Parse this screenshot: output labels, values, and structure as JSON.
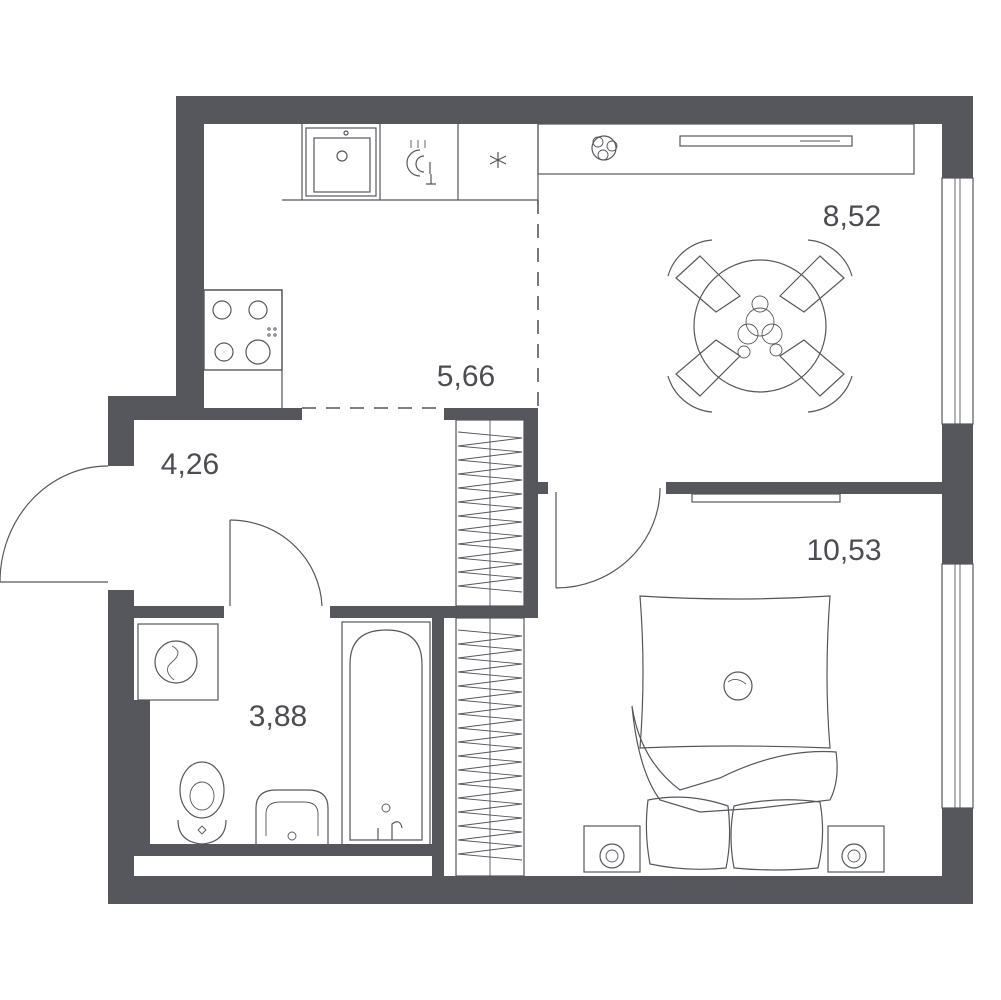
{
  "rooms": [
    {
      "id": "kitchen",
      "area_label": "5,66"
    },
    {
      "id": "living-dining",
      "area_label": "8,52"
    },
    {
      "id": "hallway",
      "area_label": "4,26"
    },
    {
      "id": "bedroom",
      "area_label": "10,53"
    },
    {
      "id": "bathroom",
      "area_label": "3,88"
    }
  ],
  "colors": {
    "wall": "#55575d",
    "line": "#55575d",
    "background": "#ffffff",
    "label": "#4b4d53"
  },
  "icons": [
    "kitchen-sink-icon",
    "dishwasher-icon",
    "fridge-icon",
    "stove-icon",
    "dining-table-icon",
    "dining-chair-icon",
    "plant-icon",
    "tv-icon",
    "wardrobe-icon",
    "bed-icon",
    "pillow-icon",
    "nightstand-lamp-icon",
    "washing-machine-icon",
    "toilet-icon",
    "washbasin-icon",
    "bathtub-icon",
    "door-swing-icon",
    "window-icon"
  ]
}
